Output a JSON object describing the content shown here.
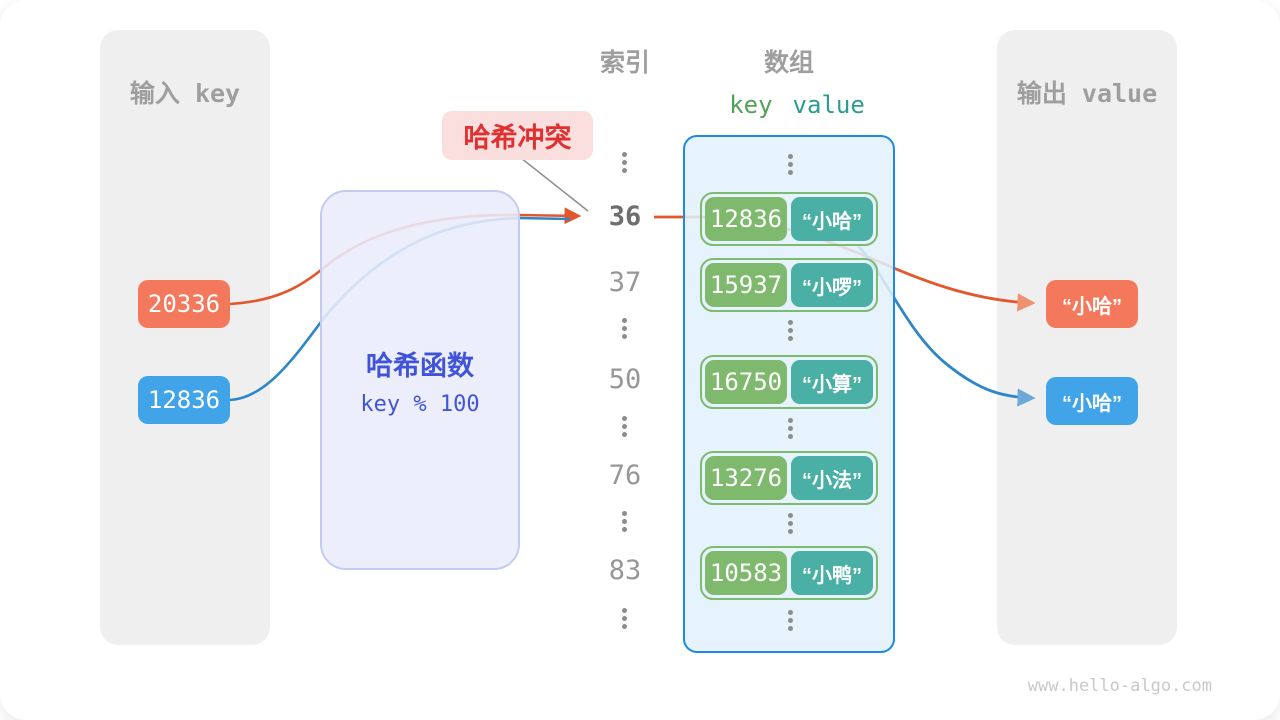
{
  "page": {
    "watermark": "www.hello-algo.com"
  },
  "input_panel": {
    "title": "输入 key",
    "items": [
      {
        "label": "20336",
        "color": "#F4795C"
      },
      {
        "label": "12836",
        "color": "#41A3E8"
      }
    ]
  },
  "hash_box": {
    "title": "哈希函数",
    "formula": "key % 100"
  },
  "collision_label": {
    "text": "哈希冲突"
  },
  "index_column": {
    "title": "索引",
    "rows": [
      "36",
      "37",
      "50",
      "76",
      "83"
    ],
    "highlighted_row": "36"
  },
  "array_panel": {
    "title": "数组",
    "key_header": "key",
    "value_header": "value",
    "pairs": [
      {
        "key": "12836",
        "value": "“小哈”"
      },
      {
        "key": "15937",
        "value": "“小啰”"
      },
      {
        "key": "16750",
        "value": "“小算”"
      },
      {
        "key": "13276",
        "value": "“小法”"
      },
      {
        "key": "10583",
        "value": "“小鸭”"
      }
    ]
  },
  "output_panel": {
    "title": "输出 value",
    "items": [
      {
        "label": "“小哈”",
        "color": "#F4795C"
      },
      {
        "label": "“小哈”",
        "color": "#41A3E8"
      }
    ]
  },
  "colors": {
    "orange_line": "#E4572C",
    "blue_line": "#2E86C8",
    "panel_gray": "#EFEFEF",
    "hash_fill": "#E9ECFA",
    "hash_text": "#4154D8",
    "collision_bg": "#FBDEDE",
    "collision_text": "#E03131",
    "array_border": "#1E88E5",
    "pair_key_green": "#7FB96E",
    "pair_value_teal": "#4AAFA4"
  }
}
